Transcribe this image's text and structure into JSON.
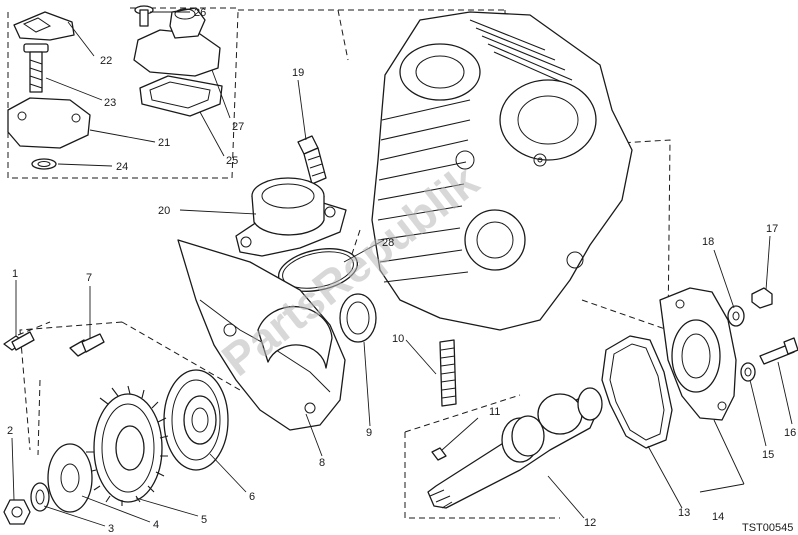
{
  "diagram": {
    "reference_code": "TST00545",
    "watermark": "PartsRepublik",
    "callouts": {
      "c1": "1",
      "c2": "2",
      "c3": "3",
      "c4": "4",
      "c5": "5",
      "c6": "6",
      "c7": "7",
      "c8": "8",
      "c9": "9",
      "c10": "10",
      "c11": "11",
      "c12": "12",
      "c13": "13",
      "c14": "14",
      "c15": "15",
      "c16": "16",
      "c17": "17",
      "c18": "18",
      "c19": "19",
      "c20": "20",
      "c21": "21",
      "c22": "22",
      "c23": "23",
      "c24": "24",
      "c25": "25",
      "c26": "26",
      "c27": "27",
      "c28": "28"
    }
  }
}
